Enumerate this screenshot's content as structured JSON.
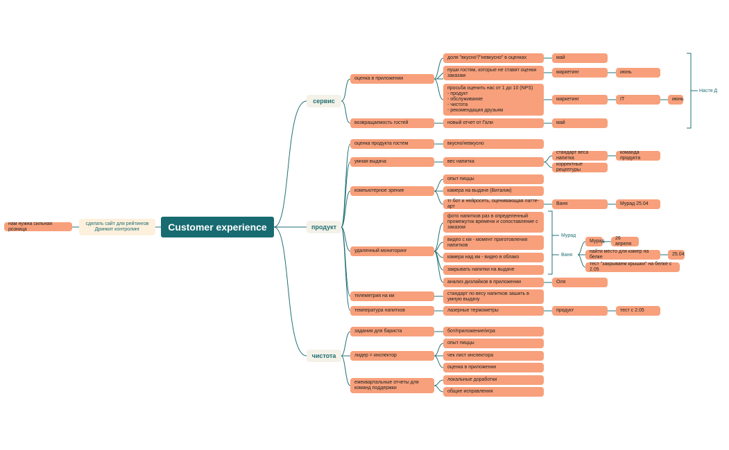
{
  "root": {
    "label": "Customer experience"
  },
  "left": {
    "goal": "сделать сайт для рейтингов\nДринкит контролинг",
    "need": "нам нужна сильная розница"
  },
  "branches": {
    "service": "сервис",
    "product": "продукт",
    "cleanliness": "чистота"
  },
  "service": {
    "app_rating": "оценка в приложении",
    "app_tasty_share": "доля \"вкусно\"/\"невкусно\" в оценках",
    "app_tasty_owner": "май",
    "push": "пуши гостям, которые не ставят оценки заказам",
    "push_owner": "маркетинг",
    "push_when": "июнь",
    "nps": "просьба оценить нас от 1 до 10 (NPS)\n- продукт\n- обслуживание\n- чистота\n- рекомендация друзьям",
    "nps_owner": "маркетинг",
    "nps_team": "IT",
    "nps_when": "июнь",
    "return": "возвращаемость гостей",
    "return_report": "новый отчет от Гали",
    "return_when": "май",
    "responsible": "Настя Д"
  },
  "product": {
    "guest_rating": "оценка продукта гостем",
    "tasty": "вкусно/невкусно",
    "smart": "умная выдача",
    "weight": "вес напитка",
    "weight_std": "стандарт веса напитка",
    "product_team": "команда продукта",
    "recipes": "корректные рецептуры",
    "vision": "компьютерное зрение",
    "pizza_exp": "опыт пиццы",
    "cam_handout": "камера на выдаче (Виталик)",
    "tg_bot": "тг бот и нейросеть, оценивающая латте-арт",
    "vanya": "Ваня",
    "murad_date": "Мурад 25.04",
    "remote": "удаленный мониторинг",
    "photo": "фото напитков раз в определенный промежуток времени и сопоставление с заказом",
    "video_km": "видео с км - момент приготовления напитков",
    "cam_km": "камера над км - видео в облако",
    "close_lids": "закрывать напитки на выдаче",
    "murad_label": "Мурад",
    "vanya_label": "Ваня",
    "murad": "Мурад",
    "april26": "26 апреля",
    "find_place": "найти место для камер на белке",
    "date_25_04": "25.04",
    "lids_test": "тест \"закрываем крышки\" на белке с 2.05",
    "design": "анализ дизлайков в приложении",
    "olya": "Оля",
    "telemetry": "телеметрия на км",
    "telemetry_std": "стандарт по весу напитков зашить в умную выдачу",
    "temp": "температура напитков",
    "laser": "лазерные термометры",
    "temp_owner": "продукт",
    "temp_test": "тест с 2.05"
  },
  "clean": {
    "tasks": "задания для бариста",
    "bot_app": "бот/приложение/игра",
    "leader": "лидер = инспектор",
    "pizza_exp": "опыт пиццы",
    "checklist": "чек лист инспектора",
    "app_rating": "оценка в приложении",
    "quarterly": "ежеквартальные отчеты для команд поддержки",
    "local": "локальные доработки",
    "general": "общие исправления"
  }
}
